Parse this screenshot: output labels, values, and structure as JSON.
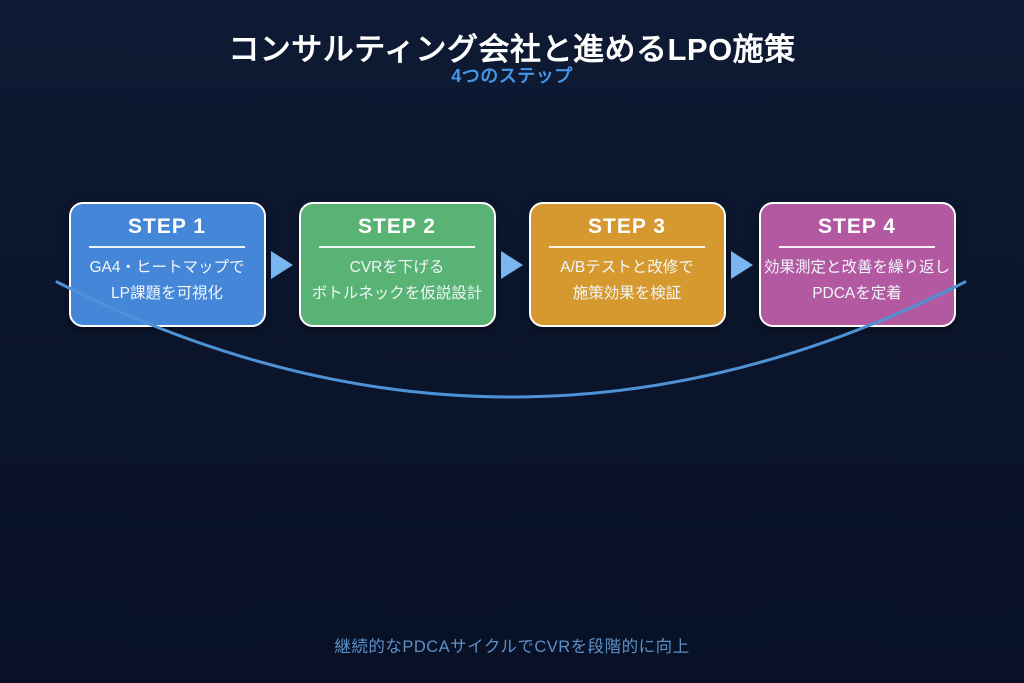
{
  "page": {
    "title": "コンサルティング会社と進めるLPO施策",
    "subtitle": "4つのステップ",
    "caption": "継続的なPDCAサイクルでCVRを段階的に向上"
  },
  "steps": [
    {
      "label": "STEP 1",
      "line1": "GA4・ヒートマップで",
      "line2": "LP課題を可視化",
      "color": "#4486d8"
    },
    {
      "label": "STEP 2",
      "line1": "CVRを下げる",
      "line2": "ボトルネックを仮説設計",
      "color": "#58b374"
    },
    {
      "label": "STEP 3",
      "line1": "A/Bテストと改修で",
      "line2": "施策効果を検証",
      "color": "#d5992f"
    },
    {
      "label": "STEP 4",
      "line1": "効果測定と改善を繰り返し",
      "line2": "PDCAを定着",
      "color": "#b359a1"
    }
  ],
  "icons": {
    "arrow": "triangle-right"
  },
  "colors": {
    "background_top": "#0e1b34",
    "background_bottom": "#081126",
    "title_text": "#ffffff",
    "subtitle_text": "#4596ea",
    "caption_text": "#5d8fc7",
    "arrow": "#79b6f2",
    "cycle_curve": "#4e92d6",
    "box_border": "#ffffff"
  }
}
